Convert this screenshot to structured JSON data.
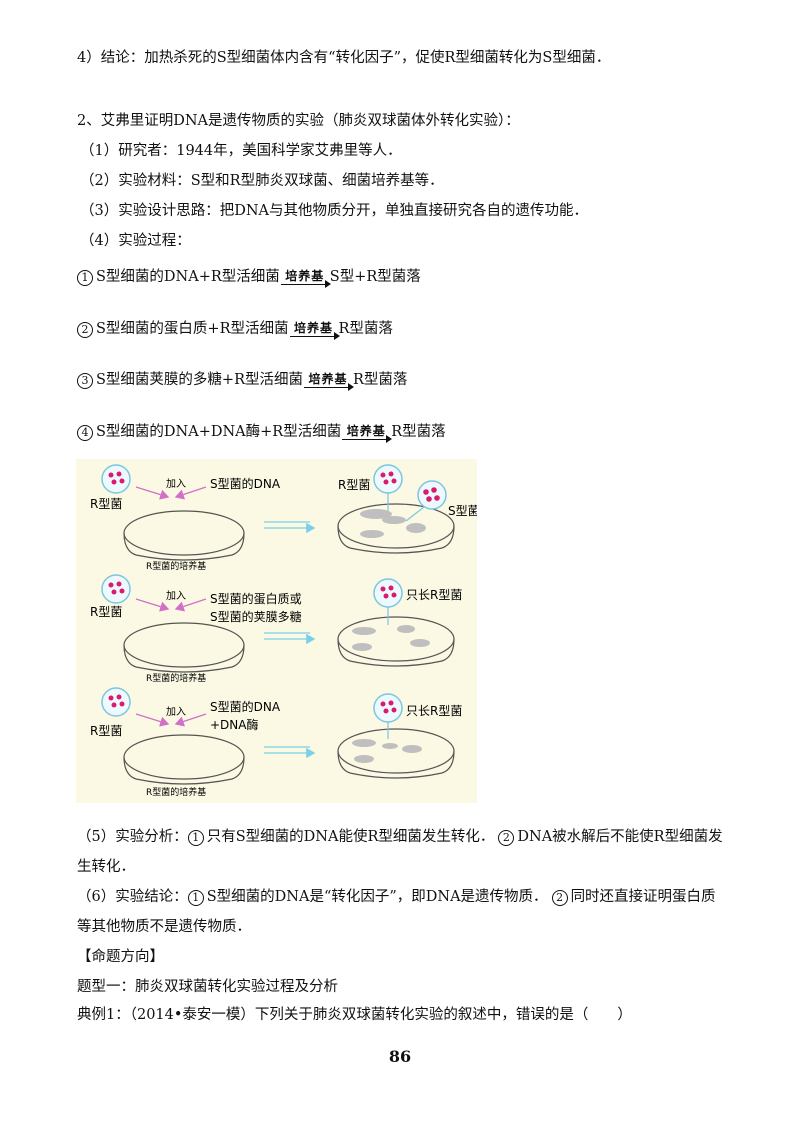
{
  "paragraphs": {
    "p1": "4）结论：加热杀死的S型细菌体内含有“转化因子”，促使R型细菌转化为S型细菌．",
    "p2": "2、艾弗里证明DNA是遗传物质的实验（肺炎双球菌体外转化实验）：",
    "p3": "（1）研究者：1944年，美国科学家艾弗里等人．",
    "p4": "（2）实验材料：S型和R型肺炎双球菌、细菌培养基等．",
    "p5": "（3）实验设计思路：把DNA与其他物质分开，单独直接研究各自的遗传功能．",
    "p6": "（4）实验过程："
  },
  "equations": {
    "arrow_label": "培养基",
    "e1": {
      "num": "1",
      "left": "S型细菌的DNA+R型活细菌",
      "right": "S型+R型菌落"
    },
    "e2": {
      "num": "2",
      "left": "S型细菌的蛋白质+R型活细菌",
      "right": "R型菌落"
    },
    "e3": {
      "num": "3",
      "left": "S型细菌荚膜的多糖+R型活细菌",
      "right": "R型菌落"
    },
    "e4": {
      "num": "4",
      "left": "S型细菌的DNA+DNA酶+R型活细菌",
      "right": "R型菌落"
    }
  },
  "figure": {
    "r1": {
      "r_label": "R型菌",
      "add": "加入",
      "substance1": "S型菌的DNA",
      "substance2": "",
      "medium": "R型菌的培养基",
      "result1": "R型菌",
      "result2": "S型菌"
    },
    "r2": {
      "r_label": "R型菌",
      "add": "加入",
      "substance1": "S型菌的蛋白质或",
      "substance2": "S型菌的荚膜多糖",
      "medium": "R型菌的培养基",
      "result1": "只长R型菌"
    },
    "r3": {
      "r_label": "R型菌",
      "add": "加入",
      "substance1": "S型菌的DNA",
      "substance2": "+DNA酶",
      "medium": "R型菌的培养基",
      "result1": "只长R型菌"
    }
  },
  "analysis": {
    "l1a": "（5）实验分析：",
    "n1": "1",
    "l1b": "只有S型细菌的DNA能使R型细菌发生转化．",
    "n2": "2",
    "l1c": "DNA被水解后不能使R型细菌发",
    "l2": "生转化．",
    "l3a": "（6）实验结论：",
    "n3": "1",
    "l3b": "S型细菌的DNA是“转化因子”，即DNA是遗传物质．",
    "n4": "2",
    "l3c": "同时还直接证明蛋白质",
    "l4": "等其他物质不是遗传物质．"
  },
  "footer_section": {
    "heading": "【命题方向】",
    "type1": "题型一：肺炎双球菌转化实验过程及分析",
    "example1": "典例1：（2014•泰安一模）下列关于肺炎双球菌转化实验的叙述中，错误的是（　　）"
  },
  "page_number": "86"
}
